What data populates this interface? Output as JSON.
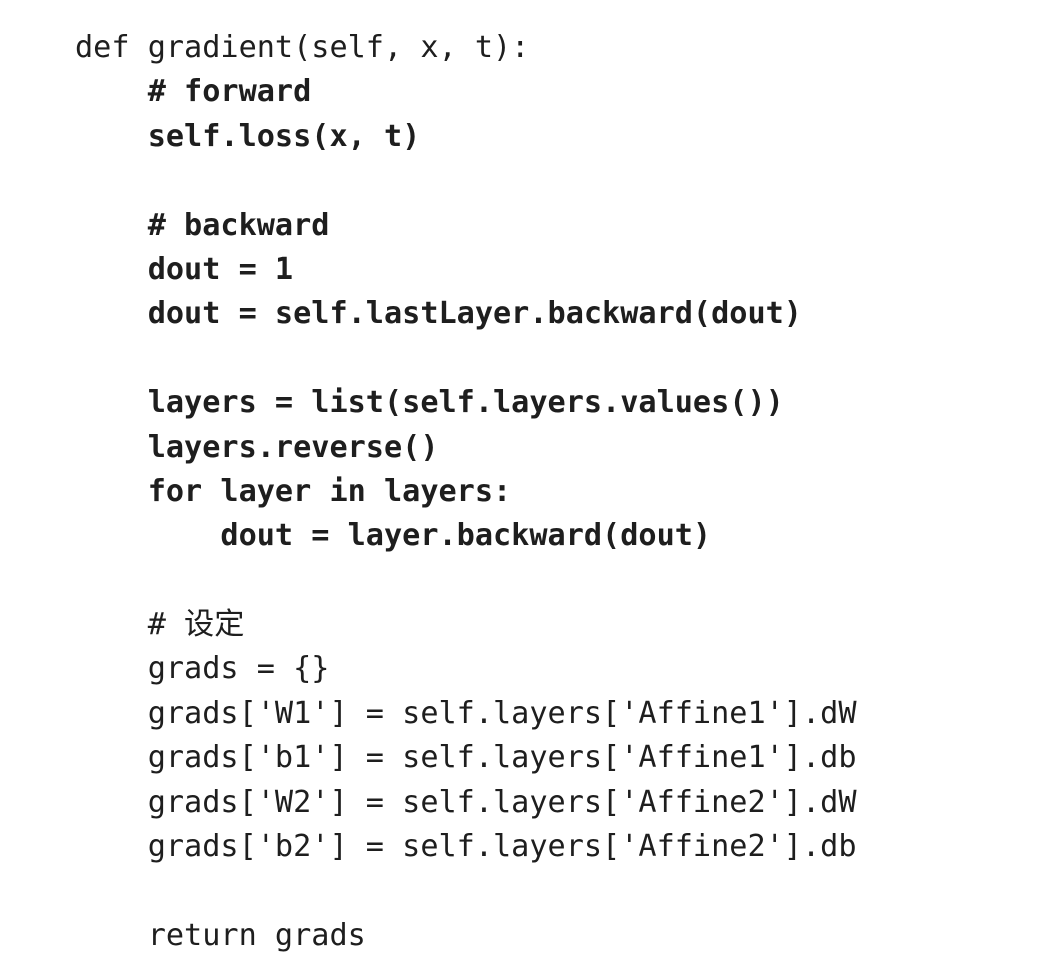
{
  "code": {
    "lines": [
      {
        "text": "def gradient(self, x, t):",
        "bold": false
      },
      {
        "text": "    # forward",
        "bold": true
      },
      {
        "text": "    self.loss(x, t)",
        "bold": true
      },
      {
        "text": "",
        "bold": false
      },
      {
        "text": "    # backward",
        "bold": true
      },
      {
        "text": "    dout = 1",
        "bold": true
      },
      {
        "text": "    dout = self.lastLayer.backward(dout)",
        "bold": true
      },
      {
        "text": "",
        "bold": false
      },
      {
        "text": "    layers = list(self.layers.values())",
        "bold": true
      },
      {
        "text": "    layers.reverse()",
        "bold": true
      },
      {
        "text": "    for layer in layers:",
        "bold": true
      },
      {
        "text": "        dout = layer.backward(dout)",
        "bold": true
      },
      {
        "text": "",
        "bold": false
      },
      {
        "text": "    # 设定",
        "bold": false
      },
      {
        "text": "    grads = {}",
        "bold": false
      },
      {
        "text": "    grads['W1'] = self.layers['Affine1'].dW",
        "bold": false
      },
      {
        "text": "    grads['b1'] = self.layers['Affine1'].db",
        "bold": false
      },
      {
        "text": "    grads['W2'] = self.layers['Affine2'].dW",
        "bold": false
      },
      {
        "text": "    grads['b2'] = self.layers['Affine2'].db",
        "bold": false
      },
      {
        "text": "",
        "bold": false
      },
      {
        "text": "    return grads",
        "bold": false
      }
    ]
  }
}
